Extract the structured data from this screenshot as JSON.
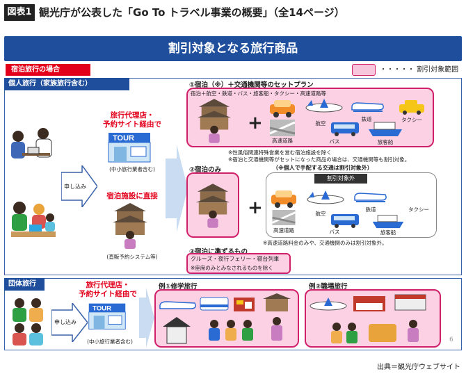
{
  "header": {
    "badge": "図表1",
    "title": "観光庁が公表した「Go To トラベル事業の概要」（全14ページ）"
  },
  "banner": "割引対象となる旅行商品",
  "stay_tag": "宿泊旅行の場合",
  "legend": {
    "label": "・・・・・  割引対象範囲",
    "color": "#f7c6dc"
  },
  "individual": {
    "tag": "個人旅行（家族旅行含む）",
    "apply": "申し込み",
    "agency": "旅行代理店・\n予約サイト経由で",
    "agency_note": "(中小旅行業者含む)",
    "direct": "宿泊施設に直接",
    "direct_note": "(直販予約システム等)",
    "plan1": {
      "title": "①宿泊（※）＋交通機関等のセットプラン",
      "subtitle": "宿泊＋航空・鉄道・バス・旅客船・タクシー・高速道路等",
      "labels": [
        "航空",
        "鉄道",
        "タクシー",
        "高速道路",
        "バス",
        "旅客船"
      ],
      "notes": [
        "※性風俗関連特殊営業を営む宿泊施設を除く",
        "※宿泊と交通機関等がセットになった商品の場合は、交通機関等も割引対象。"
      ]
    },
    "plan2": {
      "title": "②宿泊のみ",
      "subtitle": "（※個人で手配する交通は割引対象外）",
      "out_label": "割引対象外",
      "labels": [
        "鉄道",
        "航空",
        "タクシー",
        "高速道路",
        "バス",
        "旅客船"
      ],
      "note": "※高速道路料金のみや、交通機関のみは割引対象外。"
    },
    "plan3": {
      "title": "③宿泊に準ずるもの",
      "line1": "クルーズ・夜行フェリー・寝台列車",
      "line2": "※座席のみとみなされるものを除く"
    }
  },
  "group": {
    "tag": "団体旅行",
    "apply": "申し込み",
    "agency": "旅行代理店・\n予約サイト経由で",
    "agency_note": "(中小旅行業者含む)",
    "ex1": "例①修学旅行",
    "ex2": "例②職場旅行"
  },
  "page_number": "6",
  "source": "出典＝観光庁ウェブサイト",
  "colors": {
    "navy": "#1f4e9c",
    "red": "#e3001b",
    "pink": "#fbd1e3",
    "magenta": "#d1206a"
  }
}
